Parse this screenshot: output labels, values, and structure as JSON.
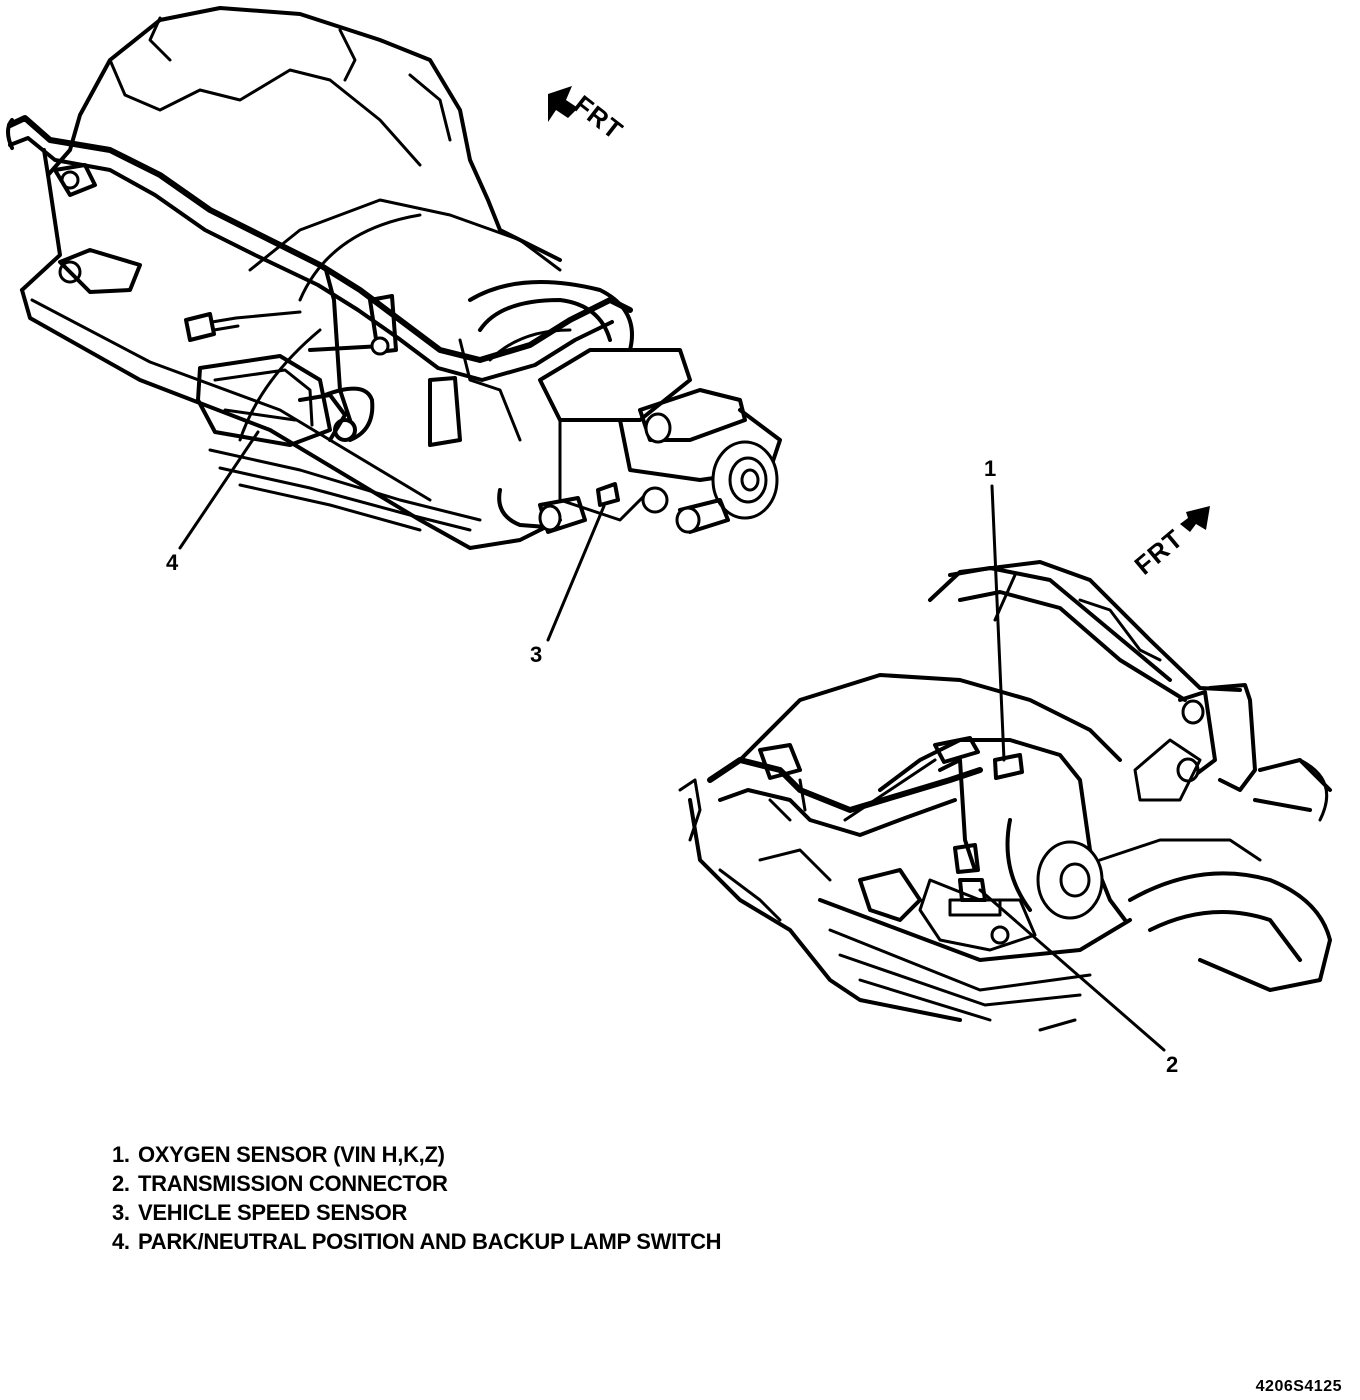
{
  "figure": {
    "code": "4206S4125",
    "direction_label": "FRT"
  },
  "callouts": [
    "1",
    "2",
    "3",
    "4"
  ],
  "legend": [
    {
      "number": "1.",
      "text": "OXYGEN SENSOR (VIN H,K,Z)"
    },
    {
      "number": "2.",
      "text": "TRANSMISSION CONNECTOR"
    },
    {
      "number": "3.",
      "text": "VEHICLE SPEED SENSOR"
    },
    {
      "number": "4.",
      "text": "PARK/NEUTRAL POSITION AND BACKUP LAMP SWITCH"
    }
  ]
}
